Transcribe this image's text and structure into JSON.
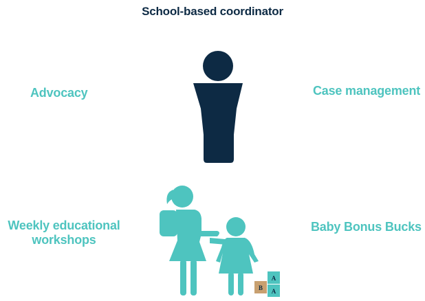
{
  "title": "School-based coordinator",
  "labels": {
    "advocacy": "Advocacy",
    "case_management": "Case management",
    "weekly_line1": "Weekly educational",
    "weekly_line2": "workshops",
    "baby_bonus": "Baby Bonus Bucks"
  },
  "colors": {
    "navy": "#0d2a44",
    "teal": "#4ec4bf",
    "block_brown": "#c8a070",
    "block_text": "#0d2a44"
  },
  "icons": {
    "coordinator": "person-icon",
    "parent_child": "mother-child-icon",
    "blocks": "abc-blocks-icon"
  },
  "blocks": {
    "letter_a": "A",
    "letter_b": "B"
  }
}
